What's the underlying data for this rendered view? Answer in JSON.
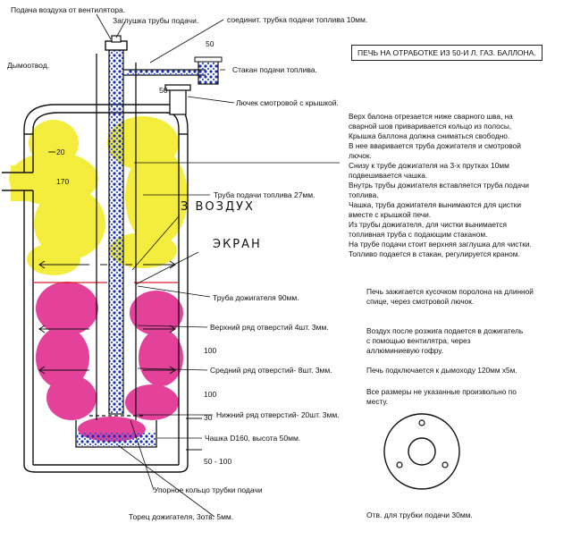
{
  "title": "ПЕЧЬ НА ОТРАБОТКЕ ИЗ 50-И Л. ГАЗ. БАЛЛОНА.",
  "labels": {
    "air_supply": "Подача воздуха от вентилятора.",
    "feed_plug": "Заглушка трубы подачи.",
    "connector_tube": "соединит. трубка подачи топлива 10мм.",
    "chimney": "Дымоотвод.",
    "fuel_cup": "Стакан подачи топлива.",
    "sight_hatch": "Лючек смотровой с крышкой.",
    "feed_pipe": "Труба подачи топлива 27мм.",
    "air_hand": "З ВОЗДУХ",
    "screen_hand": "ЭКРАН",
    "afterburner_pipe": "Труба дожигателя 90мм.",
    "upper_holes": "Верхний ряд отверстий 4шт. 3мм.",
    "middle_holes": "Средний ряд отверстий- 8шт. 3мм.",
    "lower_holes": "Нижний ряд отверстий- 20шт. 3мм.",
    "cup": "Чашка D160, высота 50мм.",
    "stop_ring": "Упорное кольцо трубки подачи",
    "afterburner_end": "Торец дожигателя, 3отв. 5мм.",
    "feed_hole": "Отв. для трубки подачи  30мм."
  },
  "dimensions": {
    "d50_top": "50",
    "d50_hatch": "50",
    "d20": "20",
    "d170": "170",
    "d100_a": "100",
    "d100_b": "100",
    "d30": "30",
    "d50_100": "50  -  100"
  },
  "notes": [
    "Верх балона отрезается ниже сварного шва, на",
    "сварной шов приваривается кольцо из полосы,",
    "Крышка баллона должна сниматься свободно.",
    "В нее вваривается труба дожигателя и смотровой",
    "лючок.",
    "Снизу к трубе дожигателя на 3-х прутках 10мм",
    "подвешивается чашка.",
    "Внутрь трубы дожигателя вставляется труба подачи",
    "топлива.",
    "Чашка, труба дожигателя вынимаются для цистки",
    "вместе с крышкой печи.",
    "Из трубы дожигателя, для чистки вынимается",
    "топливная труба с подающим стаканом.",
    "На трубе подачи стоит верхняя заглушка для чистки.",
    "Топливо подается в стакан, регулируется краном."
  ],
  "notes2": [
    "Печь зажигается кусочком поролона на длинной",
    "спице, через смотровой лючок."
  ],
  "notes3": [
    "Воздух после розжига подается в дожигатель",
    "с помощью вентилятра, через",
    "аллюминиевую гофру."
  ],
  "notes4": [
    "Печь подключается к дымоходу 120мм х5м."
  ],
  "notes5": [
    "Все размеры не указанные произвольно по",
    "месту."
  ],
  "colors": {
    "flame_yellow": "#f4ec2a",
    "flame_magenta": "#e0208a",
    "fuel_blue": "#2a3ec8",
    "line": "#111111",
    "red_line": "#d8202a"
  }
}
